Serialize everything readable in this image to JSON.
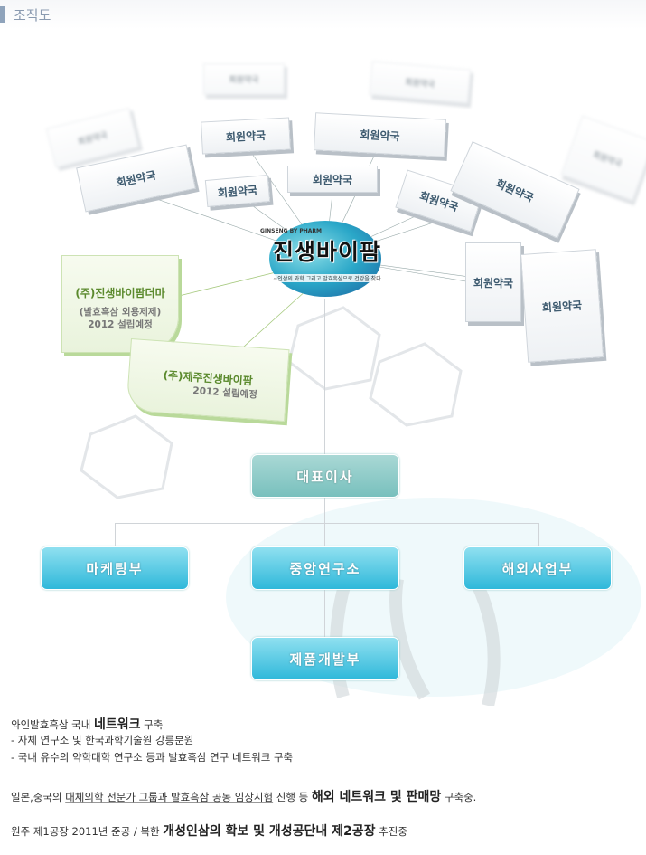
{
  "header": {
    "title": "조직도"
  },
  "network": {
    "members": [
      "회원약국",
      "회원약국",
      "회원약국",
      "회원약국",
      "회원약국",
      "회원약국",
      "회원약국",
      "회원약국",
      "회원약국"
    ],
    "faded_members": [
      "회원약국",
      "회원약국",
      "회원약국",
      "회원약국"
    ],
    "logo": {
      "eng": "GINSENG BY PHARM",
      "name": "진생바이팜",
      "slogan": "~인삼의 과학 그리고 발효흑삼으로 건강을 찾다"
    },
    "affiliates": [
      {
        "name": "(주)진생바이팜더마",
        "note1": "(발효흑삼 외용제제)",
        "note2": "2012 설립예정"
      },
      {
        "name": "(주)제주진생바이팜",
        "note2": "2012 설립예정"
      }
    ]
  },
  "org": {
    "ceo": "대표이사",
    "depts": [
      "마케팅부",
      "중앙연구소",
      "해외사업부"
    ],
    "sub": "제품개발부"
  },
  "info": {
    "l1a": "와인발효흑삼 국내 ",
    "l1b": "네트워크",
    "l1c": " 구축",
    "l2": " - 자체 연구소 및 한국과학기술원 강릉분원",
    "l3": " - 국내 유수의 약학대학 연구소 등과 발효흑삼 연구 네트워크 구축",
    "l4a": "일본,중국의 ",
    "l4b": "대체의학 전문가 그룹과 발효흑삼 공동 임상시험",
    "l4c": " 진행 등 ",
    "l4d": "해외 네트워크 및 판매망",
    "l4e": " 구축중.",
    "l5a": "원주 제1공장 2011년 준공 / 북한 ",
    "l5b": "개성인삼의 확보 및 개성공단내 제2공장",
    "l5c": " 추진중"
  }
}
